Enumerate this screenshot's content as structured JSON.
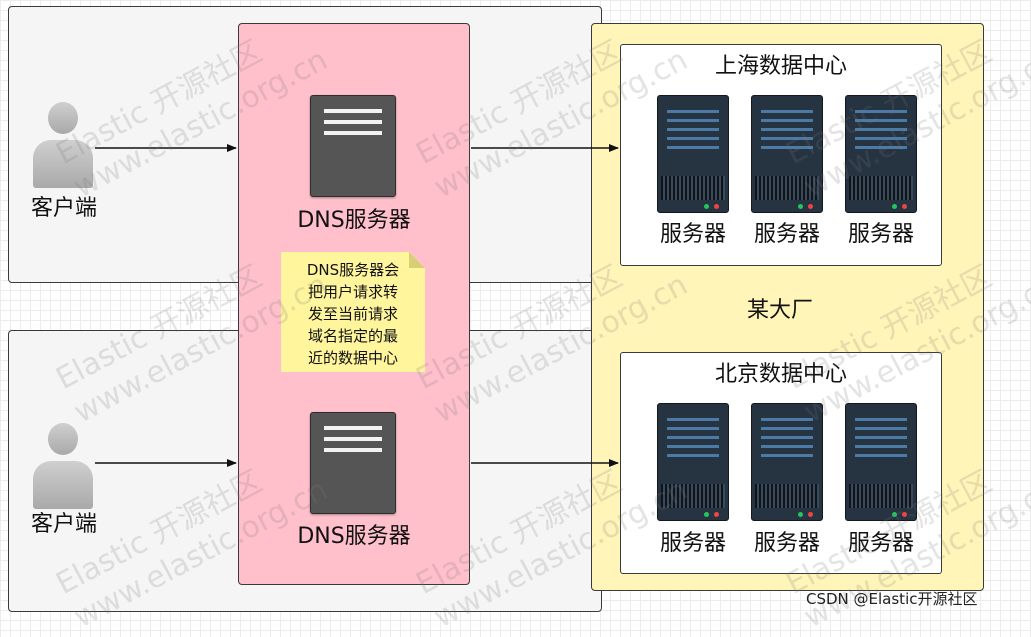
{
  "client_rows": [
    {
      "client_label": "客户端",
      "dns_label": "DNS服务器"
    },
    {
      "client_label": "客户端",
      "dns_label": "DNS服务器"
    }
  ],
  "note": {
    "lines": [
      "DNS服务器会",
      "把用户请求转",
      "发至当前请求",
      "域名指定的最",
      "近的数据中心"
    ]
  },
  "corp": {
    "label": "某大厂"
  },
  "datacenters": [
    {
      "title": "上海数据中心",
      "servers": [
        "服务器",
        "服务器",
        "服务器"
      ]
    },
    {
      "title": "北京数据中心",
      "servers": [
        "服务器",
        "服务器",
        "服务器"
      ]
    }
  ],
  "watermark": {
    "line1": "Elastic 开源社区",
    "line2": "www.elastic.org.cn"
  },
  "credit": "CSDN @Elastic开源社区",
  "colors": {
    "dns_area": "#ffc0cb",
    "corp_area": "#fff5b8",
    "note": "#fff59d",
    "panel": "#f5f5f5"
  }
}
